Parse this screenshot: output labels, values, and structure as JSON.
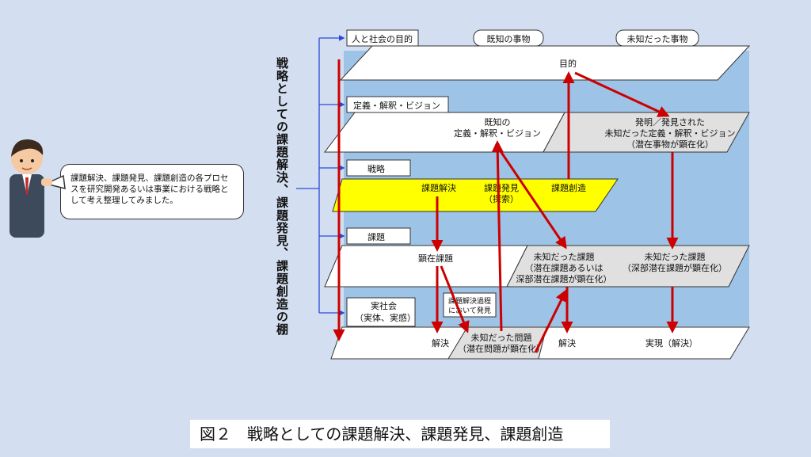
{
  "vertical_title": "戦略としての課題解決、課題発見、課題創造の棚",
  "speech": "課題解決、課題発見、課題創造の各プロセスを研究開発あるいは事業における戦略として考え整理してみました。",
  "caption": "図２　戦略としての課題解決、課題発見、課題創造",
  "columns": {
    "known": "既知の事物",
    "unknown": "未知だった事物"
  },
  "layers": {
    "purpose": "人と社会の目的",
    "definition": "定義・解釈・ビジョン",
    "strategy": "戦略",
    "issue": "課題",
    "society_1": "実社会",
    "society_2": "（実体、実感）"
  },
  "nodes": {
    "purpose": "目的",
    "known_def_1": "既知の",
    "known_def_2": "定義・解釈・ビジョン",
    "found_def_1": "発明／発見された",
    "found_def_2": "未知だった定義・解釈・ビジョン",
    "found_def_3": "（潜在事物が顕在化）",
    "solve": "課題解決",
    "find_1": "課題発見",
    "find_2": "（探索）",
    "create": "課題創造",
    "apparent": "顕在課題",
    "unk_issue1_1": "未知だった課題",
    "unk_issue1_2": "（潜在課題あるいは",
    "unk_issue1_3": "深部潜在課題が顕在化）",
    "unk_issue2_1": "未知だった課題",
    "unk_issue2_2": "（深部潜在課題が顕在化）",
    "process_1": "課題解決過程",
    "process_2": "において発見",
    "resolve1": "解決",
    "unk_prob_1": "未知だった問題",
    "unk_prob_2": "（潜在問題が顕在化）",
    "resolve2": "解決",
    "realize": "実現（解決）"
  },
  "colors": {
    "panel": "#9dc3e6",
    "strategy": "#ffff00",
    "unknown": "#e0e0e0",
    "arrow": "#cc0000",
    "bracket": "#2a49d8"
  }
}
